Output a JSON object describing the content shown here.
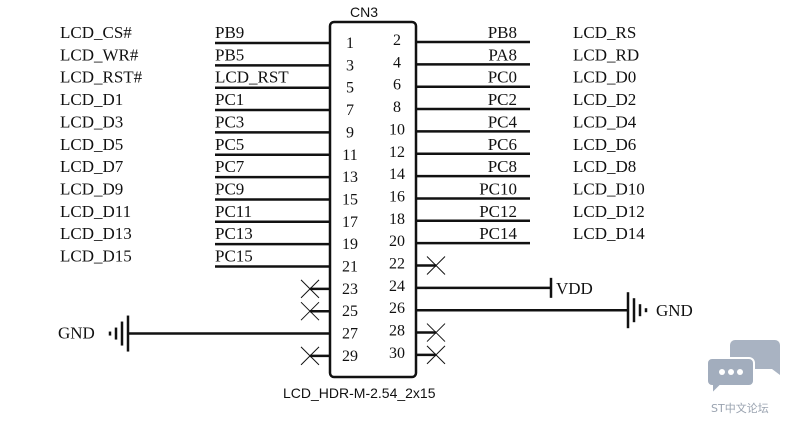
{
  "connector": {
    "ref": "CN3",
    "footprint": "LCD_HDR-M-2.54_2x15",
    "left_pins": [
      {
        "pin": "1",
        "net": "PB9",
        "signal": "LCD_CS#"
      },
      {
        "pin": "3",
        "net": "PB5",
        "signal": "LCD_WR#"
      },
      {
        "pin": "5",
        "net": "LCD_RST",
        "signal": "LCD_RST#"
      },
      {
        "pin": "7",
        "net": "PC1",
        "signal": "LCD_D1"
      },
      {
        "pin": "9",
        "net": "PC3",
        "signal": "LCD_D3"
      },
      {
        "pin": "11",
        "net": "PC5",
        "signal": "LCD_D5"
      },
      {
        "pin": "13",
        "net": "PC7",
        "signal": "LCD_D7"
      },
      {
        "pin": "15",
        "net": "PC9",
        "signal": "LCD_D9"
      },
      {
        "pin": "17",
        "net": "PC11",
        "signal": "LCD_D11"
      },
      {
        "pin": "19",
        "net": "PC13",
        "signal": "LCD_D13"
      },
      {
        "pin": "21",
        "net": "PC15",
        "signal": "LCD_D15"
      },
      {
        "pin": "23",
        "nc": true
      },
      {
        "pin": "25",
        "nc": true
      },
      {
        "pin": "27",
        "power": "GND"
      },
      {
        "pin": "29",
        "nc": true
      }
    ],
    "right_pins": [
      {
        "pin": "2",
        "net": "PB8",
        "signal": "LCD_RS"
      },
      {
        "pin": "4",
        "net": "PA8",
        "signal": "LCD_RD"
      },
      {
        "pin": "6",
        "net": "PC0",
        "signal": "LCD_D0"
      },
      {
        "pin": "8",
        "net": "PC2",
        "signal": "LCD_D2"
      },
      {
        "pin": "10",
        "net": "PC4",
        "signal": "LCD_D4"
      },
      {
        "pin": "12",
        "net": "PC6",
        "signal": "LCD_D6"
      },
      {
        "pin": "14",
        "net": "PC8",
        "signal": "LCD_D8"
      },
      {
        "pin": "16",
        "net": "PC10",
        "signal": "LCD_D10"
      },
      {
        "pin": "18",
        "net": "PC12",
        "signal": "LCD_D12"
      },
      {
        "pin": "20",
        "net": "PC14",
        "signal": "LCD_D14"
      },
      {
        "pin": "22",
        "nc": true
      },
      {
        "pin": "24",
        "power": "VDD"
      },
      {
        "pin": "26",
        "power": "GND"
      },
      {
        "pin": "28",
        "nc": true
      },
      {
        "pin": "30",
        "nc": true
      }
    ]
  },
  "watermark": {
    "text": "ST中文论坛",
    "icon": "chat-bubbles-icon",
    "color": "#a9b3c2"
  }
}
